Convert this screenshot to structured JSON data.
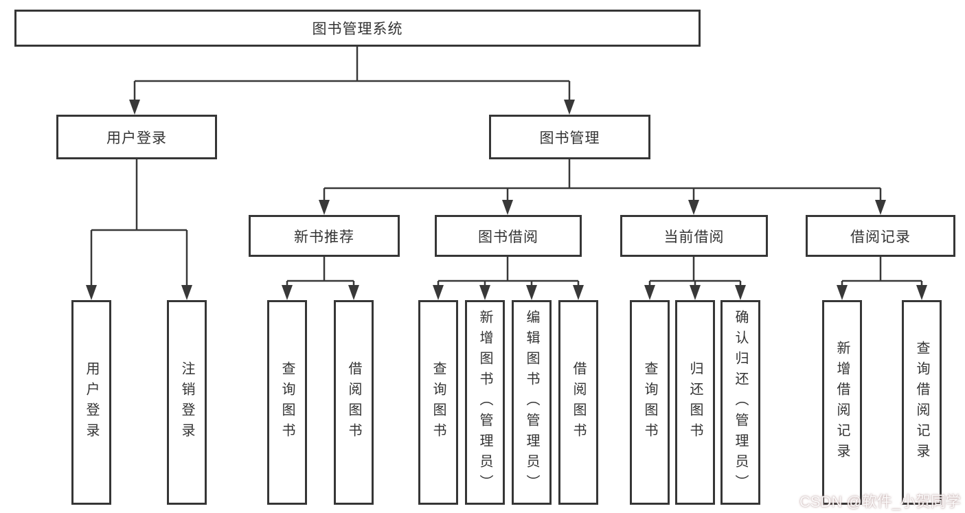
{
  "diagram": {
    "title": "图书管理系统",
    "colors": {
      "line": "#383838",
      "border": "#363636",
      "text": "#333333",
      "background": "#ffffff"
    },
    "tree": {
      "label": "图书管理系统",
      "children": [
        {
          "label": "用户登录",
          "children": [
            {
              "label": "用户登录"
            },
            {
              "label": "注销登录"
            }
          ]
        },
        {
          "label": "图书管理",
          "children": [
            {
              "label": "新书推荐",
              "children": [
                {
                  "label": "查询图书"
                },
                {
                  "label": "借阅图书"
                }
              ]
            },
            {
              "label": "图书借阅",
              "children": [
                {
                  "label": "查询图书"
                },
                {
                  "label": "新增图书（管理员）"
                },
                {
                  "label": "编辑图书（管理员）"
                },
                {
                  "label": "借阅图书"
                }
              ]
            },
            {
              "label": "当前借阅",
              "children": [
                {
                  "label": "查询图书"
                },
                {
                  "label": "归还图书"
                },
                {
                  "label": "确认归还（管理员）"
                }
              ]
            },
            {
              "label": "借阅记录",
              "children": [
                {
                  "label": "新增借阅记录"
                },
                {
                  "label": "查询借阅记录"
                }
              ]
            }
          ]
        }
      ]
    },
    "watermark": {
      "text": "CSDN @软件_小贺同学"
    }
  }
}
